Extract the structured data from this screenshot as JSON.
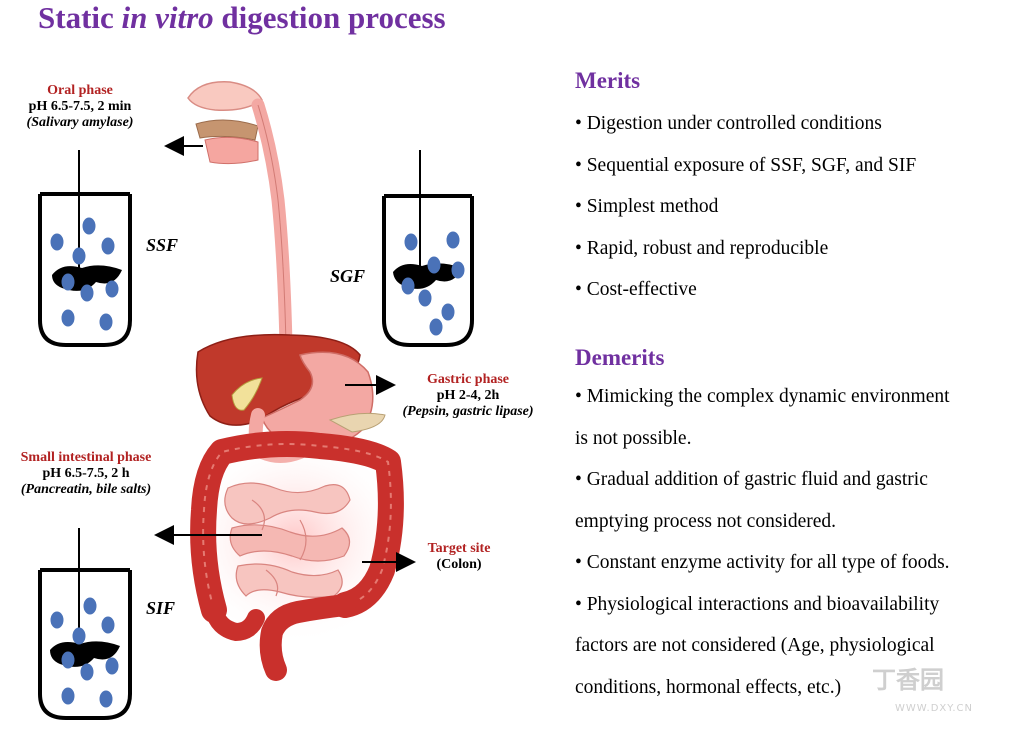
{
  "title": {
    "prefix": "Static ",
    "italic": "in vitro",
    "suffix": " digestion process"
  },
  "phases": {
    "oral": {
      "name": "Oral phase",
      "conditions": "pH 6.5-7.5, 2 min",
      "enzymes": "(Salivary amylase)",
      "fluid": "SSF"
    },
    "gastric": {
      "name": "Gastric phase",
      "conditions": "pH 2-4, 2h",
      "enzymes": "(Pepsin, gastric lipase)",
      "fluid": "SGF"
    },
    "intestinal": {
      "name": "Small intestinal phase",
      "conditions": "pH 6.5-7.5, 2 h",
      "enzymes": "(Pancreatin, bile salts)",
      "fluid": "SIF"
    },
    "target": {
      "name": "Target site",
      "detail": "(Colon)"
    }
  },
  "merits": {
    "heading": "Merits",
    "items": [
      "• Digestion under controlled conditions",
      "• Sequential exposure of SSF, SGF, and SIF",
      "• Simplest method",
      "• Rapid, robust and reproducible",
      "• Cost-effective"
    ]
  },
  "demerits": {
    "heading": "Demerits",
    "lines": [
      "• Mimicking the complex dynamic environment",
      "is not possible.",
      "• Gradual addition of gastric fluid and gastric",
      "emptying process not considered.",
      "• Constant enzyme activity for all type of foods.",
      "• Physiological interactions and bioavailability",
      "factors are not considered (Age, physiological",
      "conditions, hormonal effects, etc.)"
    ]
  },
  "watermark": {
    "brand": "丁香园",
    "url": "WWW.DXY.CN"
  },
  "colors": {
    "title": "#7030a0",
    "phase_label": "#b22222",
    "bead": "#4a72b8",
    "organ": "#c0392b",
    "tract": "#f3a8a3"
  }
}
